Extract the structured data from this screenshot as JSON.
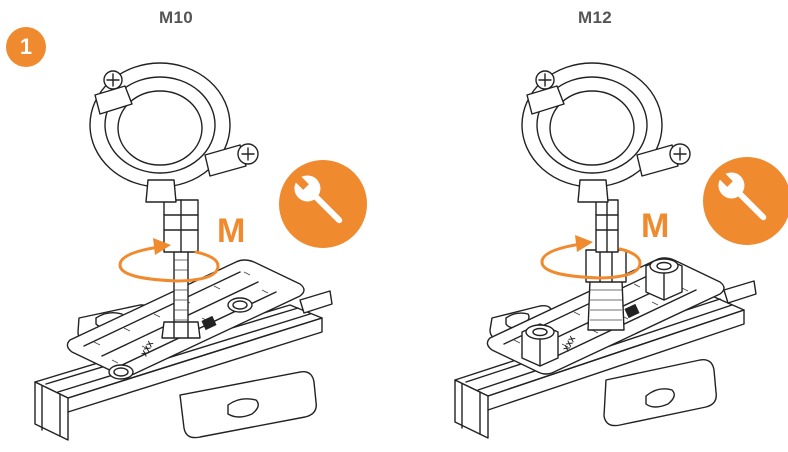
{
  "step": {
    "number": "1"
  },
  "labels": {
    "left_size": "M10",
    "right_size": "M12"
  },
  "torque": {
    "symbol": "M"
  },
  "marking": {
    "text": "XXX"
  },
  "colors": {
    "accent": "#F08A2E",
    "line": "#222222",
    "label": "#555555"
  },
  "icons": {
    "badge": "wrench-icon",
    "rotation": "rotation-arrow-icon"
  }
}
